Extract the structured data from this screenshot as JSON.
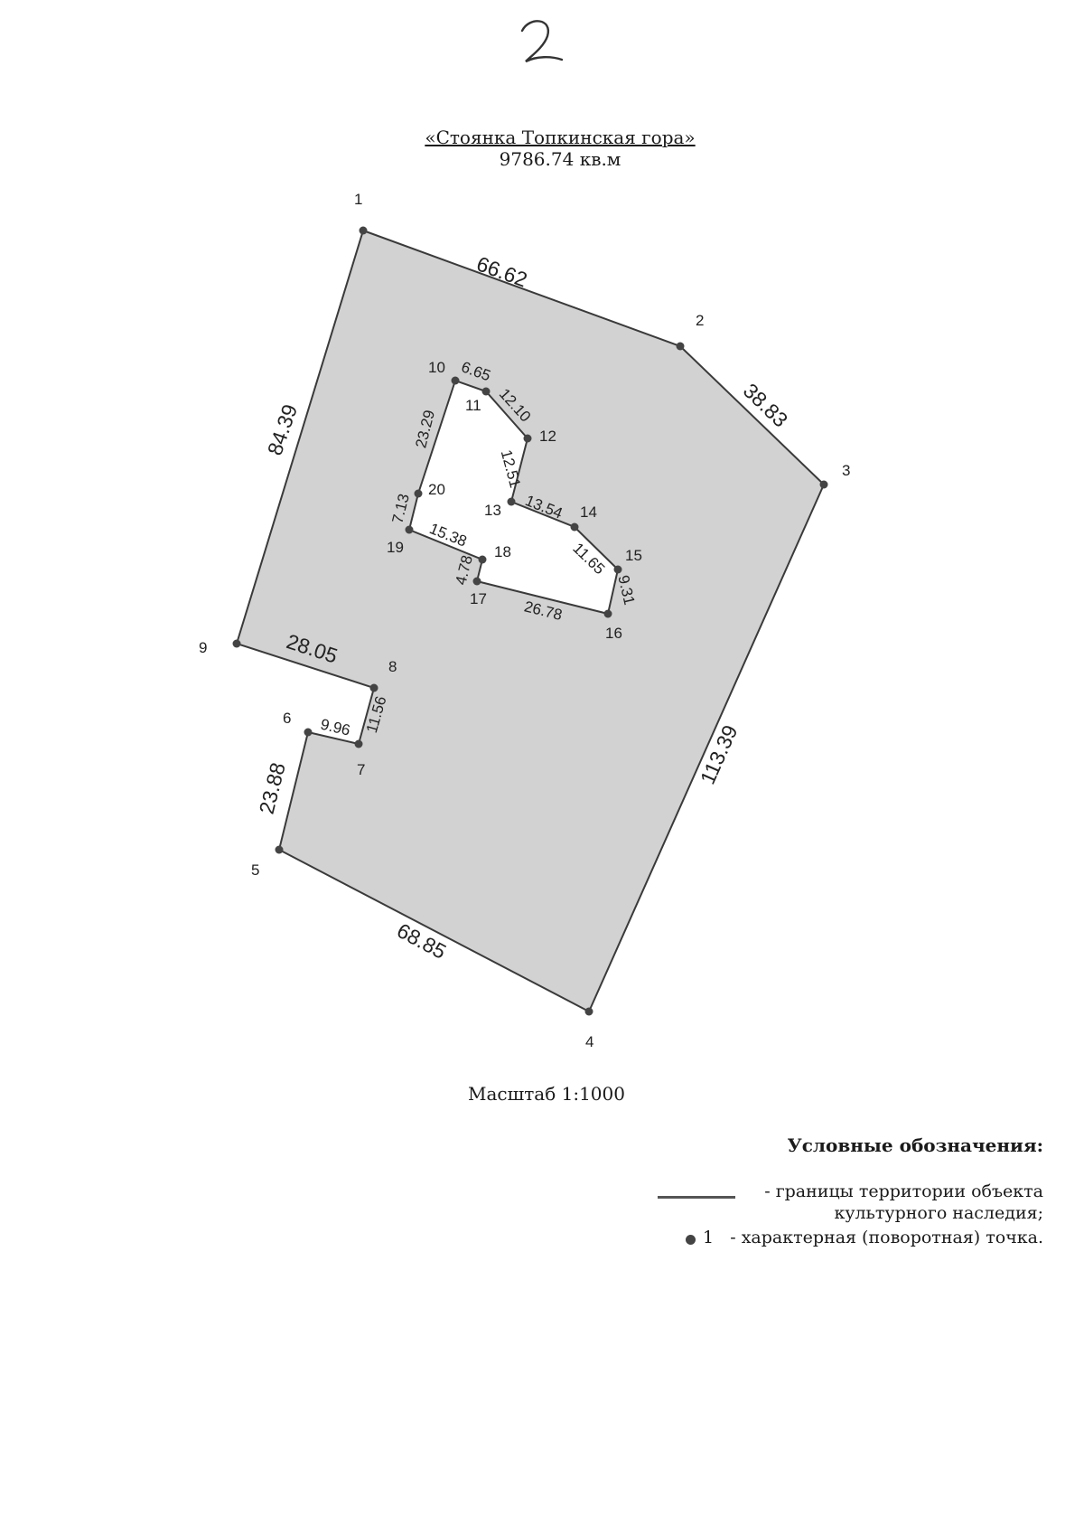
{
  "title": "«Стоянка Топкинская гора»",
  "area": "9786.74 кв.м",
  "scale": "Масштаб 1:1000",
  "legend": {
    "title": "Условные обозначения:",
    "boundary_line1": "- границы территории объекта",
    "boundary_line2": "культурного наследия;",
    "point_number": "1",
    "point_text": "- характерная (поворотная) точка."
  },
  "points": [
    {
      "id": "1"
    },
    {
      "id": "2"
    },
    {
      "id": "3"
    },
    {
      "id": "4"
    },
    {
      "id": "5"
    },
    {
      "id": "6"
    },
    {
      "id": "7"
    },
    {
      "id": "8"
    },
    {
      "id": "9"
    },
    {
      "id": "10"
    },
    {
      "id": "11"
    },
    {
      "id": "12"
    },
    {
      "id": "13"
    },
    {
      "id": "14"
    },
    {
      "id": "15"
    },
    {
      "id": "16"
    },
    {
      "id": "17"
    },
    {
      "id": "18"
    },
    {
      "id": "19"
    },
    {
      "id": "20"
    }
  ],
  "segments": [
    {
      "from": "1",
      "to": "2",
      "length": "66.62"
    },
    {
      "from": "2",
      "to": "3",
      "length": "38.83"
    },
    {
      "from": "3",
      "to": "4",
      "length": "113.39"
    },
    {
      "from": "4",
      "to": "5",
      "length": "68.85"
    },
    {
      "from": "5",
      "to": "6",
      "length": "23.88"
    },
    {
      "from": "6",
      "to": "7",
      "length": "9.96"
    },
    {
      "from": "7",
      "to": "8",
      "length": "11.56"
    },
    {
      "from": "8",
      "to": "9",
      "length": "28.05"
    },
    {
      "from": "9",
      "to": "1",
      "length": "84.39"
    },
    {
      "from": "10",
      "to": "11",
      "length": "6.65"
    },
    {
      "from": "11",
      "to": "12",
      "length": "12.10"
    },
    {
      "from": "12",
      "to": "13",
      "length": "12.51"
    },
    {
      "from": "13",
      "to": "14",
      "length": "13.54"
    },
    {
      "from": "14",
      "to": "15",
      "length": "11.65"
    },
    {
      "from": "15",
      "to": "16",
      "length": "9.31"
    },
    {
      "from": "16",
      "to": "17",
      "length": "26.78"
    },
    {
      "from": "17",
      "to": "18",
      "length": "4.78"
    },
    {
      "from": "18",
      "to": "19",
      "length": "15.38"
    },
    {
      "from": "19",
      "to": "20",
      "length": "7.13"
    },
    {
      "from": "20",
      "to": "10",
      "length": "23.29"
    }
  ],
  "colors": {
    "fill": "#d2d2d2",
    "stroke": "#3a3a3a",
    "point": "#444444"
  }
}
